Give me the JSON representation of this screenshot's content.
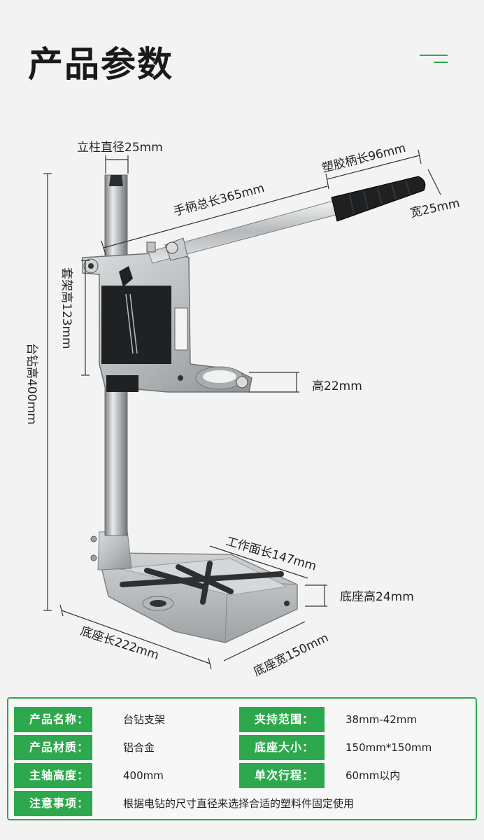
{
  "title": "产品参数",
  "dimensions": {
    "column_diameter": "立柱直径25mm",
    "grip_length": "塑胶柄长96mm",
    "handle_total_length": "手柄总长365mm",
    "grip_width": "宽25mm",
    "bracket_height": "套架高123mm",
    "stand_height": "台钻高400mm",
    "clamp_height": "高22mm",
    "work_surface_length": "工作面长147mm",
    "base_height": "底座高24mm",
    "base_length": "底座长222mm",
    "base_width": "底座宽150mm"
  },
  "spec_table": {
    "rows": [
      {
        "label_a": "产品名称：",
        "value_a": "台钻支架",
        "label_b": "夹持范围：",
        "value_b": "38mm-42mm"
      },
      {
        "label_a": "产品材质：",
        "value_a": "铝合金",
        "label_b": "底座大小：",
        "value_b": "150mm*150mm"
      },
      {
        "label_a": "主轴高度：",
        "value_a": "400mm",
        "label_b": "单次行程：",
        "value_b": "60mm以内"
      },
      {
        "label_a": "注意事项：",
        "value_a": "根据电钻的尺寸直径来选择合适的塑料件固定使用"
      }
    ]
  },
  "colors": {
    "accent": "#2ea84c",
    "background": "#f2f3f2"
  }
}
